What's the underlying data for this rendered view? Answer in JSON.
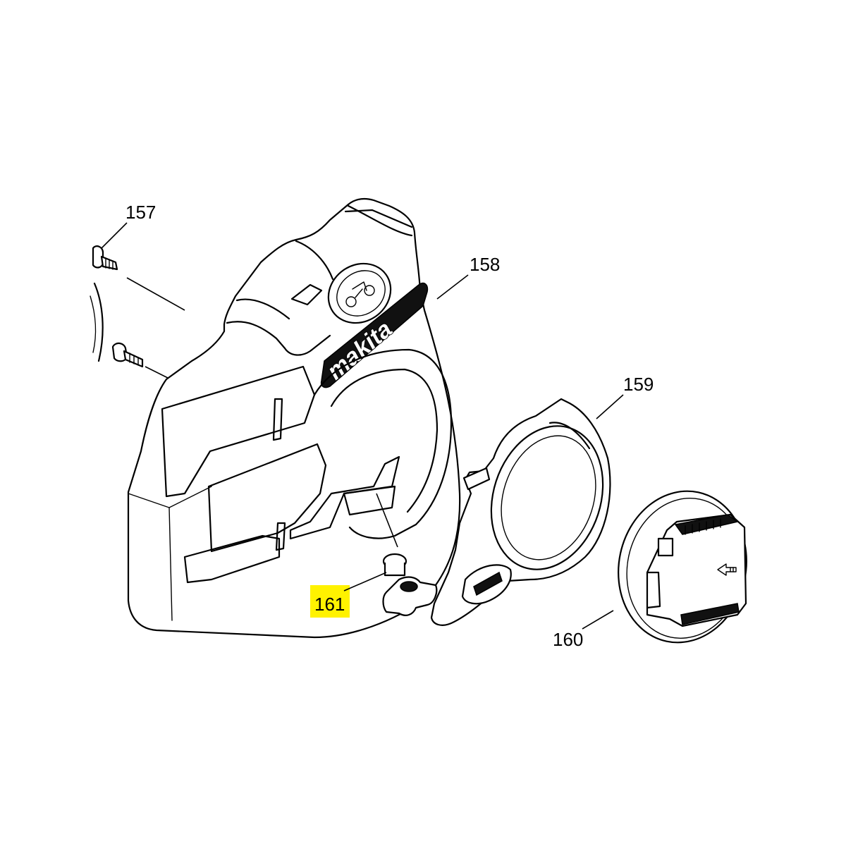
{
  "parts": [
    {
      "number": "157",
      "description_visible": ""
    },
    {
      "number": "158"
    },
    {
      "number": "159"
    },
    {
      "number": "160"
    },
    {
      "number": "161",
      "highlighted": true
    }
  ],
  "labels": {
    "p157": "157",
    "p158": "158",
    "p159": "159",
    "p160": "160",
    "p161": "161"
  },
  "logo": {
    "brand_text": "makita"
  },
  "colors": {
    "highlight": "#fff200",
    "line": "#000000",
    "background": "#ffffff"
  }
}
